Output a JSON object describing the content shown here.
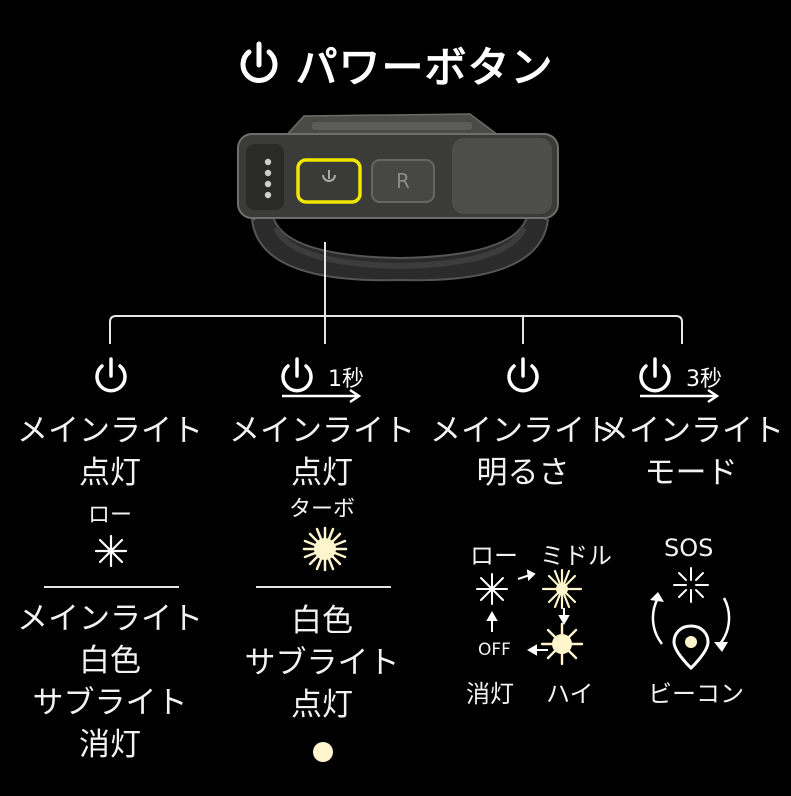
{
  "header": {
    "title": "パワーボタン"
  },
  "columns": [
    {
      "press_label": "",
      "action_line1": "メインライト",
      "action_line2": "点灯",
      "mode_label": "ロー",
      "sub_lines": [
        "メインライト",
        "白色",
        "サブライト",
        "消灯"
      ]
    },
    {
      "press_label": "1秒",
      "action_line1": "メインライト",
      "action_line2": "点灯",
      "mode_label": "ターボ",
      "sub_lines": [
        "白色",
        "サブライト",
        "点灯"
      ]
    },
    {
      "press_label": "",
      "action_line1": "メインライト",
      "action_line2": "明るさ",
      "cycle": {
        "low": "ロー",
        "mid": "ミドル",
        "high": "ハイ",
        "off_label": "OFF",
        "off_caption": "消灯"
      }
    },
    {
      "press_label": "3秒",
      "action_line1": "メインライト",
      "action_line2": "モード",
      "cycle": {
        "sos": "SOS",
        "beacon": "ビーコン"
      }
    }
  ],
  "device": {
    "aux_button_label": "R"
  },
  "colors": {
    "accent": "#f0e600",
    "light": "#fff5cc",
    "line": "#e6e6e6",
    "background": "#000000"
  },
  "icons": [
    "power-icon",
    "arrow-right-icon",
    "starburst-icon",
    "sun-icon",
    "location-pin-icon",
    "cycle-arrow-icon"
  ]
}
